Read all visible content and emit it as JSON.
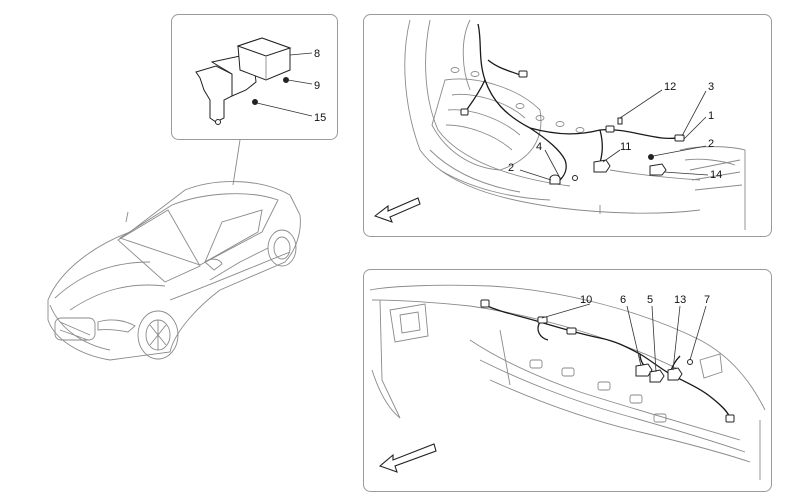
{
  "colors": {
    "panel_border": "#9a9a9a",
    "line": "#333333",
    "background": "#ffffff"
  },
  "panels": {
    "module_detail": {
      "callouts": [
        {
          "id": "c8",
          "text": "8"
        },
        {
          "id": "c9",
          "text": "9"
        },
        {
          "id": "c15",
          "text": "15"
        }
      ]
    },
    "front_bumper": {
      "callouts": [
        {
          "id": "c12",
          "text": "12"
        },
        {
          "id": "c3",
          "text": "3"
        },
        {
          "id": "c1",
          "text": "1"
        },
        {
          "id": "c2a",
          "text": "2"
        },
        {
          "id": "c2b",
          "text": "2"
        },
        {
          "id": "c4",
          "text": "4"
        },
        {
          "id": "c11",
          "text": "11"
        },
        {
          "id": "c14",
          "text": "14"
        }
      ],
      "direction_arrow_icon": "arrow-down-left-icon"
    },
    "rear_bumper": {
      "callouts": [
        {
          "id": "c10",
          "text": "10"
        },
        {
          "id": "c6",
          "text": "6"
        },
        {
          "id": "c5",
          "text": "5"
        },
        {
          "id": "c13",
          "text": "13"
        },
        {
          "id": "c7",
          "text": "7"
        }
      ],
      "direction_arrow_icon": "arrow-down-left-icon"
    },
    "car_overview": {
      "illustration": "car-icon"
    }
  }
}
